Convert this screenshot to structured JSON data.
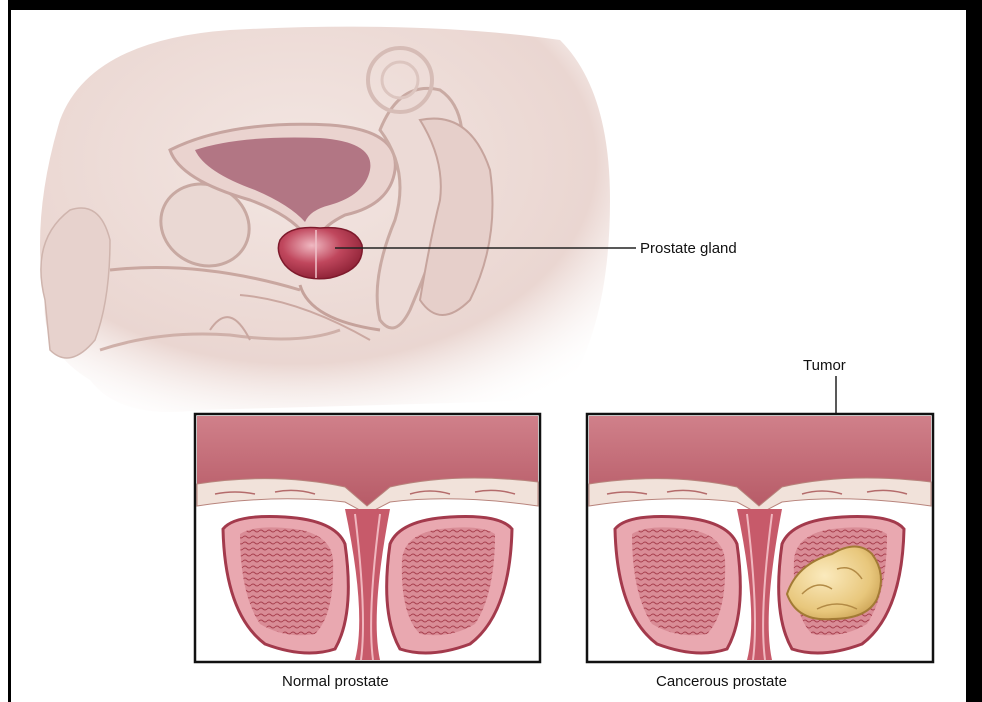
{
  "labels": {
    "prostate_gland": "Prostate gland",
    "tumor": "Tumor",
    "normal_prostate": "Normal prostate",
    "cancerous_prostate": "Cancerous prostate"
  },
  "colors": {
    "skin": "#efe0dc",
    "skin_shade": "#dcc2bc",
    "organ_pink": "#c98a95",
    "prostate_red": "#b4324a",
    "muscle": "#d4868e",
    "tumor": "#f0d89a",
    "frame": "#000000"
  }
}
